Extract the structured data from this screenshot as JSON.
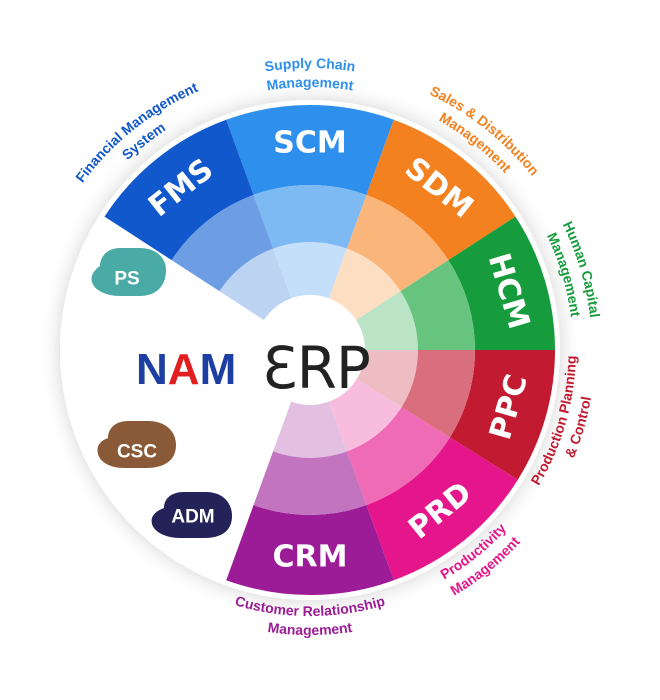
{
  "logo": {
    "nam_n": "N",
    "nam_a": "A",
    "nam_m": "M",
    "erp": "ƐRP",
    "nam_color": "#1d3ea3",
    "nam_accent": "#e02020"
  },
  "modules": [
    {
      "abbr": "SCM",
      "name_lines": [
        "Supply Chain",
        "Management"
      ],
      "color": "#2e8fec",
      "inner": "#7db9f2",
      "label_color": "#2e8fec"
    },
    {
      "abbr": "SDM",
      "name_lines": [
        "Sales & Distribution",
        "Management"
      ],
      "color": "#f4811f",
      "inner": "#f9b57a",
      "label_color": "#f4811f"
    },
    {
      "abbr": "HCM",
      "name_lines": [
        "Human Capital",
        "Management"
      ],
      "color": "#169c3c",
      "inner": "#66c47e",
      "label_color": "#169c3c"
    },
    {
      "abbr": "PPC",
      "name_lines": [
        "Production Planning",
        "& Control"
      ],
      "color": "#c21b31",
      "inner": "#d96e7c",
      "label_color": "#c21b31"
    },
    {
      "abbr": "PRD",
      "name_lines": [
        "Productivity",
        "Management"
      ],
      "color": "#e5168c",
      "inner": "#ef6bb6",
      "label_color": "#e5168c"
    },
    {
      "abbr": "CRM",
      "name_lines": [
        "Customer Relationship",
        "Management"
      ],
      "color": "#9b1c96",
      "inner": "#c274be",
      "label_color": "#9b1c96"
    },
    {
      "abbr": "FMS",
      "name_lines": [
        "Financial Management",
        "System"
      ],
      "color": "#1058cc",
      "inner": "#6d9de3",
      "label_color": "#1058cc"
    }
  ],
  "badges": [
    {
      "label": "PS",
      "color": "#4aaba6",
      "text_color": "#ffffff"
    },
    {
      "label": "CSC",
      "color": "#8a5a38",
      "text_color": "#ffffff"
    },
    {
      "label": "ADM",
      "color": "#23235a",
      "text_color": "#ffffff"
    }
  ]
}
